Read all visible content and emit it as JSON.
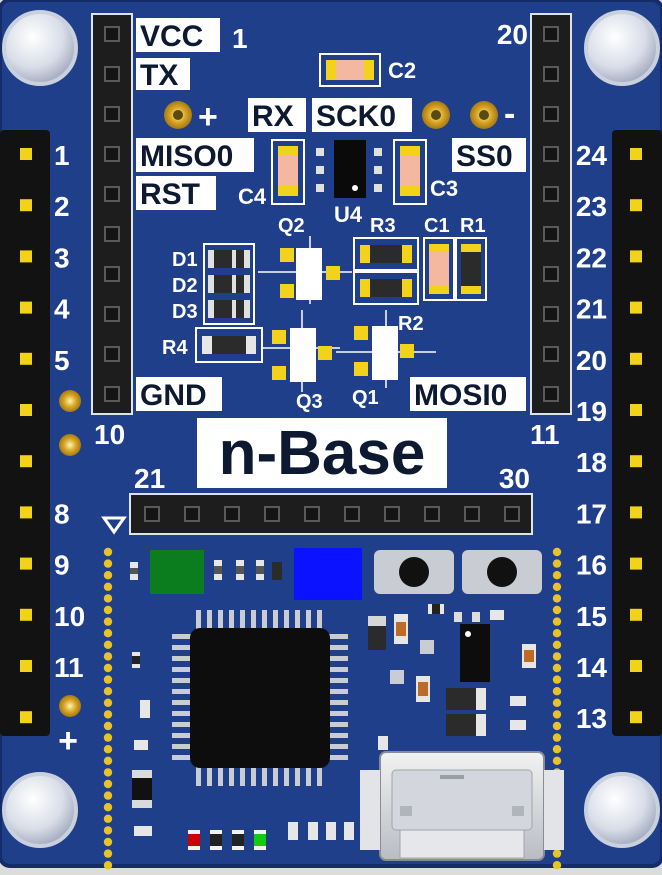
{
  "title": "n-Base",
  "colors": {
    "board": "#1f3f8a",
    "board_edge": "#142d68",
    "header_black": "#121212",
    "pin_gold": "#f2d21a",
    "led_green": "#0b7d1e",
    "led_blue": "#0a12ff"
  },
  "top_header": {
    "left_labels": [
      "VCC",
      "TX",
      "MISO0",
      "RST",
      "GND"
    ],
    "left_pin_first": "1",
    "left_pin_last": "10",
    "right_labels": [
      "SS0",
      "MOSI0"
    ],
    "right_pin_first": "20",
    "right_pin_last": "11",
    "center_labels": [
      "RX",
      "SCK0"
    ],
    "pad_plus": "+",
    "pad_minus": "-"
  },
  "components": {
    "caps": [
      "C2",
      "C4",
      "C3",
      "C1"
    ],
    "resistors": [
      "R3",
      "R1",
      "R2",
      "R4"
    ],
    "ic": "U4",
    "transistors": [
      "Q2",
      "Q3",
      "Q1"
    ],
    "diodes": [
      "D1",
      "D2",
      "D3"
    ]
  },
  "bottom_header": {
    "first": "21",
    "last": "30"
  },
  "left_pins": [
    "1",
    "2",
    "3",
    "4",
    "5",
    "",
    "",
    "8",
    "9",
    "10",
    "11",
    ""
  ],
  "right_pins": [
    "24",
    "23",
    "22",
    "21",
    "20",
    "19",
    "18",
    "17",
    "16",
    "15",
    "14",
    "13"
  ],
  "bottom_plus": "+"
}
